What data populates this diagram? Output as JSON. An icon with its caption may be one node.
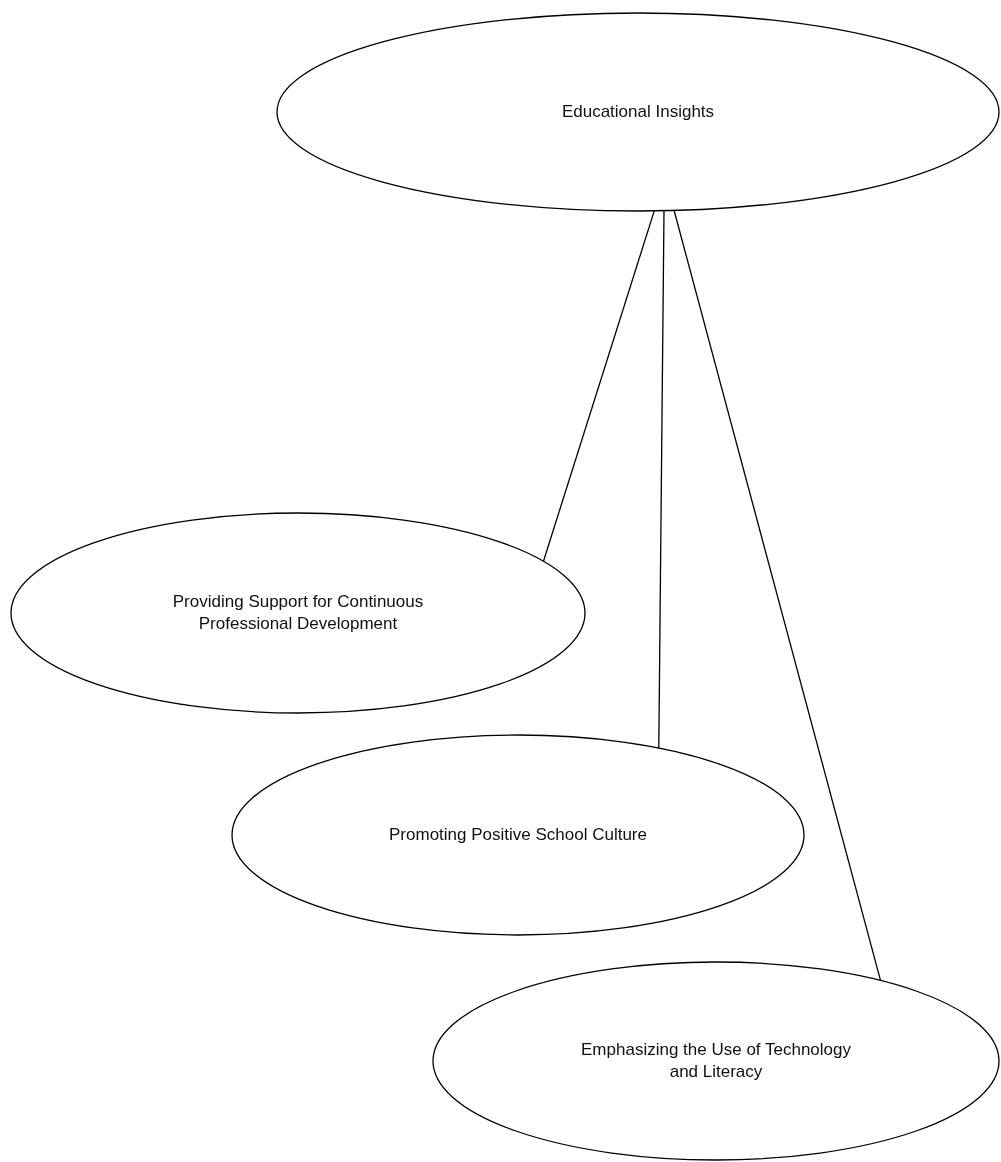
{
  "diagram": {
    "nodes": [
      {
        "text": [
          "Educational Insights"
        ]
      },
      {
        "text": [
          "Providing Support for Continuous Professional Development"
        ]
      },
      {
        "text": [
          "Promoting Positive School Culture"
        ]
      },
      {
        "text": [
          "Emphasizing the Use of Technology and Literacy"
        ]
      }
    ],
    "edges": [
      {
        "from": 0,
        "to": 1,
        "arrow": "none"
      },
      {
        "from": 0,
        "to": 2,
        "arrow": "none"
      },
      {
        "from": 0,
        "to": 3,
        "arrow": "none"
      }
    ]
  }
}
